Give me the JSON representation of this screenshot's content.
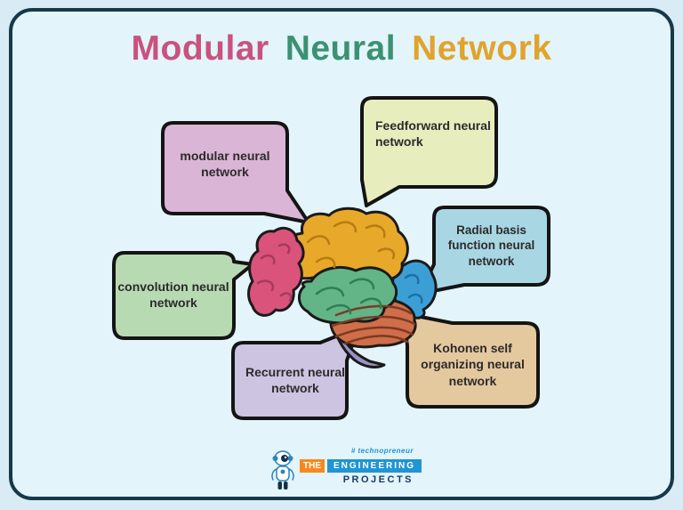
{
  "page": {
    "outer_background": "#d9ecf5",
    "inner_background": "#e3f4fb",
    "frame_border_color": "#17384a"
  },
  "title": {
    "words": [
      {
        "text": "Modular",
        "color": "#c9527f"
      },
      {
        "text": "Neural",
        "color": "#3b9172"
      },
      {
        "text": "Network",
        "color": "#e0a42d"
      }
    ]
  },
  "bubbles": [
    {
      "id": "modular",
      "label": "modular neural network",
      "fill": "#dab5d5",
      "outline": "#141414",
      "text_color": "#2b2b2b",
      "tail_direction": "bottom-right"
    },
    {
      "id": "feedforward",
      "label": "Feedforward neural network",
      "fill": "#e8edbe",
      "outline": "#141414",
      "text_color": "#2b2b2b",
      "tail_direction": "bottom-left"
    },
    {
      "id": "convolution",
      "label": "convolution neural network",
      "fill": "#b8dab3",
      "outline": "#141414",
      "text_color": "#2b2b2b",
      "tail_direction": "right"
    },
    {
      "id": "radial-basis",
      "label": "Radial basis function neural network",
      "fill": "#a9d6e3",
      "outline": "#141414",
      "text_color": "#2b2b2b",
      "tail_direction": "bottom-left"
    },
    {
      "id": "recurrent",
      "label": "Recurrent neural network",
      "fill": "#ccc4e0",
      "outline": "#141414",
      "text_color": "#2b2b2b",
      "tail_direction": "top-right"
    },
    {
      "id": "kohonen",
      "label": "Kohonen self organizing neural network",
      "fill": "#e4c99f",
      "outline": "#141414",
      "text_color": "#2b2b2b",
      "tail_direction": "top-left"
    }
  ],
  "brain": {
    "regions": [
      {
        "name": "brainstem",
        "color": "#9a93c5"
      },
      {
        "name": "occipital-lobe",
        "color": "#3b9fd6"
      },
      {
        "name": "cerebellum",
        "color": "#cf6e49"
      },
      {
        "name": "parietal-lobe",
        "color": "#e8a82a"
      },
      {
        "name": "frontal-lobe",
        "color": "#d9537a"
      },
      {
        "name": "temporal-lobe",
        "color": "#63b486"
      }
    ],
    "outline_color": "#1a1a1a"
  },
  "logo": {
    "robot_icon": "robot-mascot-icon",
    "hashtag": "# technopreneur",
    "word_the": "THE",
    "word_engineering": "ENGINEERING",
    "word_projects": "PROJECTS",
    "the_bg": "#f6891e",
    "engineering_bg": "#2095d2",
    "projects_color": "#1b3c62",
    "hashtag_color": "#2095d2"
  }
}
